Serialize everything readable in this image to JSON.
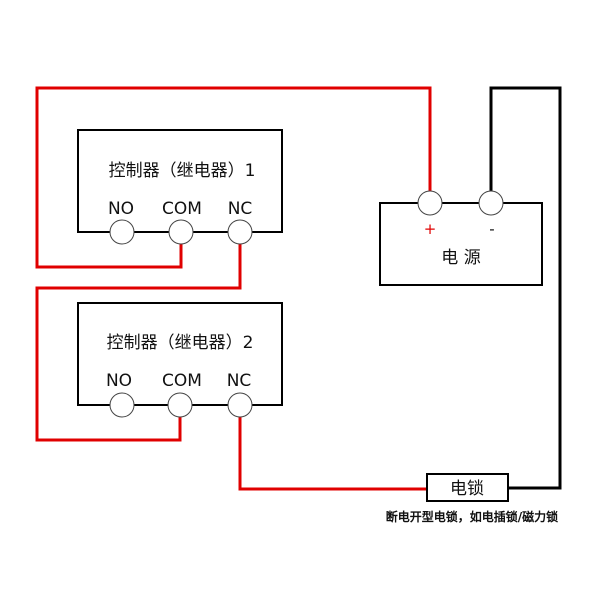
{
  "controller1": {
    "title": "控制器（继电器）1",
    "terminals": [
      "NO",
      "COM",
      "NC"
    ]
  },
  "controller2": {
    "title": "控制器（继电器）2",
    "terminals": [
      "NO",
      "COM",
      "NC"
    ]
  },
  "power_supply": {
    "title": "电 源",
    "plus": "+",
    "minus": "-"
  },
  "lock": {
    "title": "电锁",
    "caption": "断电开型电锁，如电插锁/磁力锁"
  },
  "colors": {
    "positive_wire": "#e00000",
    "negative_wire": "#000000"
  }
}
